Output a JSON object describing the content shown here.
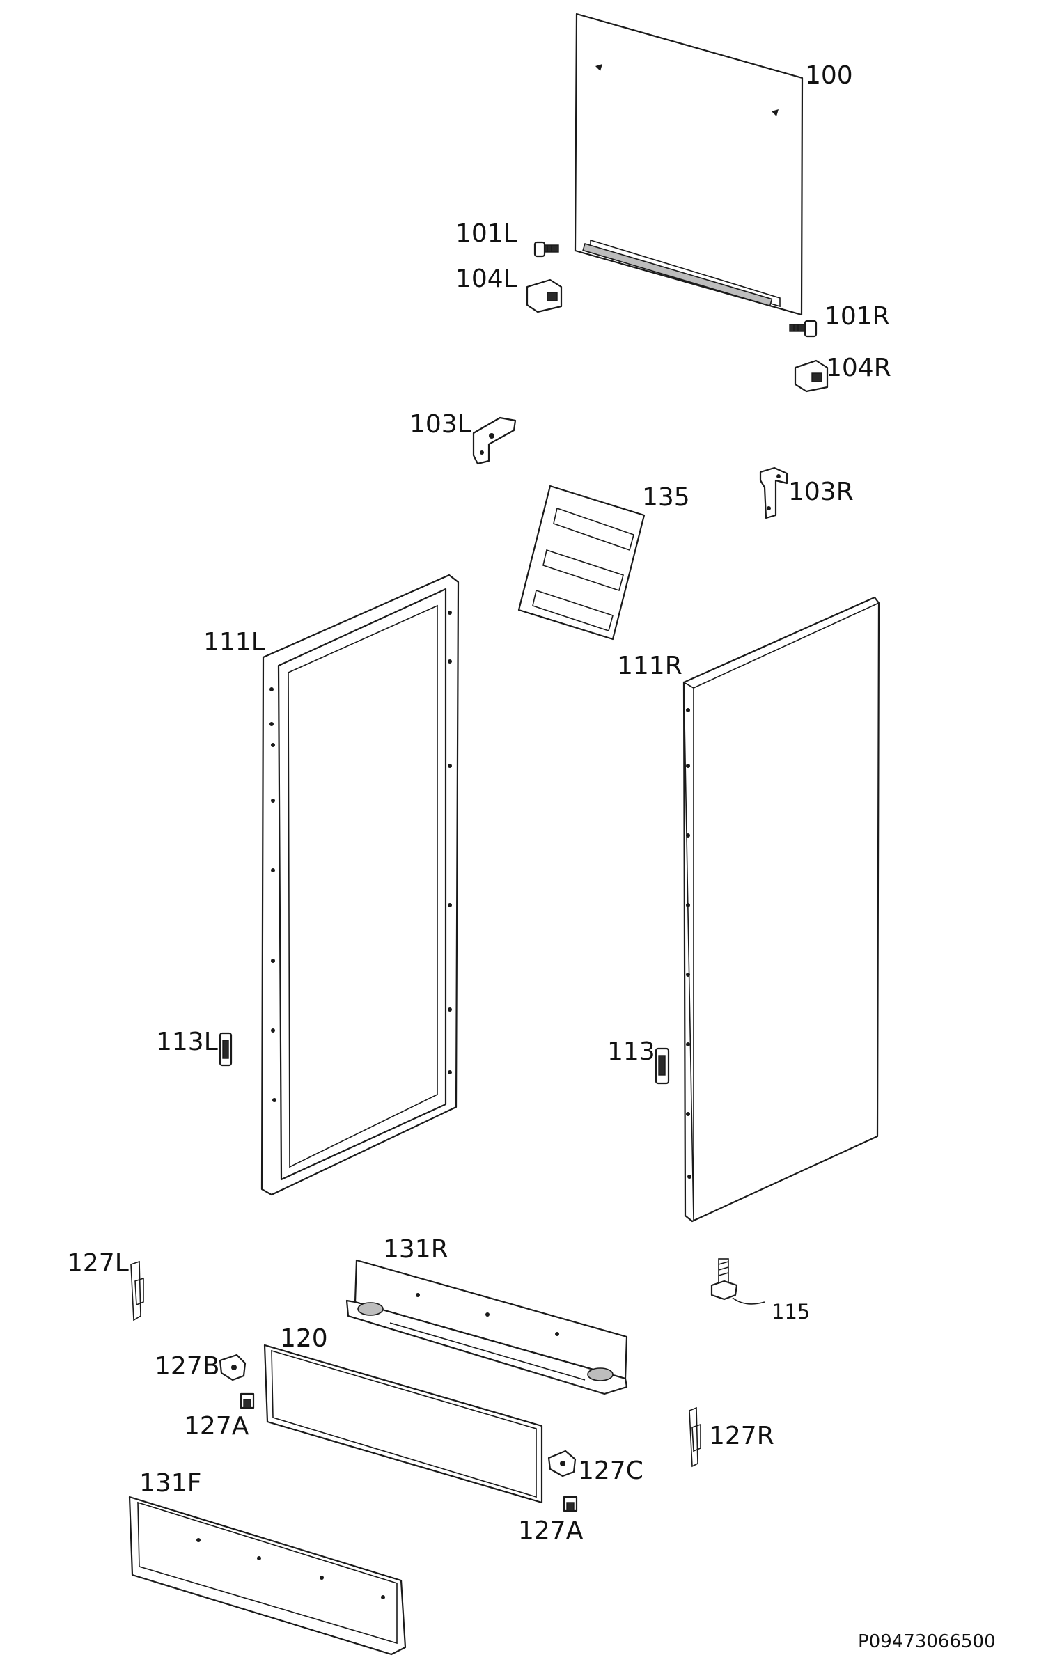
{
  "labels": {
    "l100": "100",
    "l101L": "101L",
    "l104L": "104L",
    "l101R": "101R",
    "l104R": "104R",
    "l103L": "103L",
    "l135": "135",
    "l103R": "103R",
    "l111L": "111L",
    "l111R": "111R",
    "l113L": "113L",
    "l113": "113",
    "l127L": "127L",
    "l131R": "131R",
    "l115": "115",
    "l120": "120",
    "l127B": "127B",
    "l127A_1": "127A",
    "l127R": "127R",
    "l127C": "127C",
    "l131F": "131F",
    "l127A_2": "127A"
  },
  "drawing_code": "P09473066500"
}
